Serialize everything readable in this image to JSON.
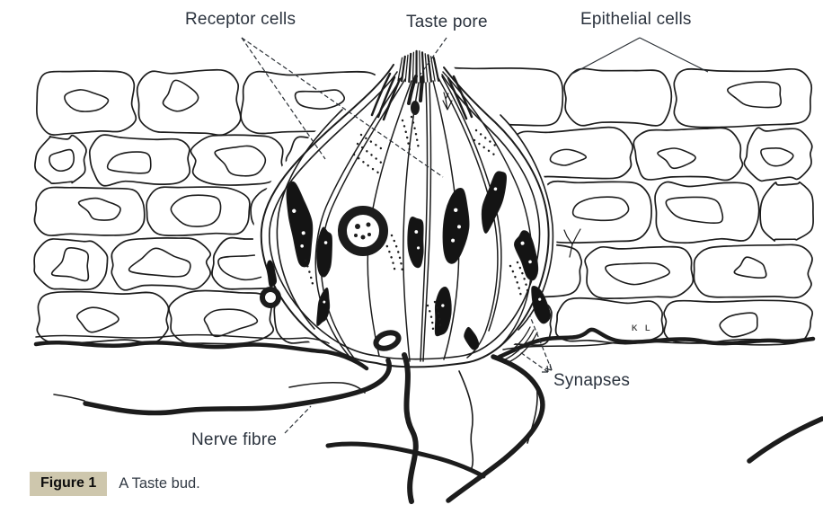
{
  "figure": {
    "labels": {
      "receptor_cells": "Receptor cells",
      "taste_pore": "Taste pore",
      "epithelial_cells": "Epithelial cells",
      "synapses": "Synapses",
      "nerve_fibre": "Nerve fibre"
    },
    "signature": "K L",
    "caption": {
      "tag": "Figure 1",
      "text": "A Taste bud."
    },
    "colors": {
      "ink": "#1c1c1c",
      "label_text": "#2b333e",
      "leader_line": "#2b3036",
      "caption_tag_bg": "#cec7ad",
      "caption_text": "#323a44",
      "background": "#ffffff"
    }
  }
}
